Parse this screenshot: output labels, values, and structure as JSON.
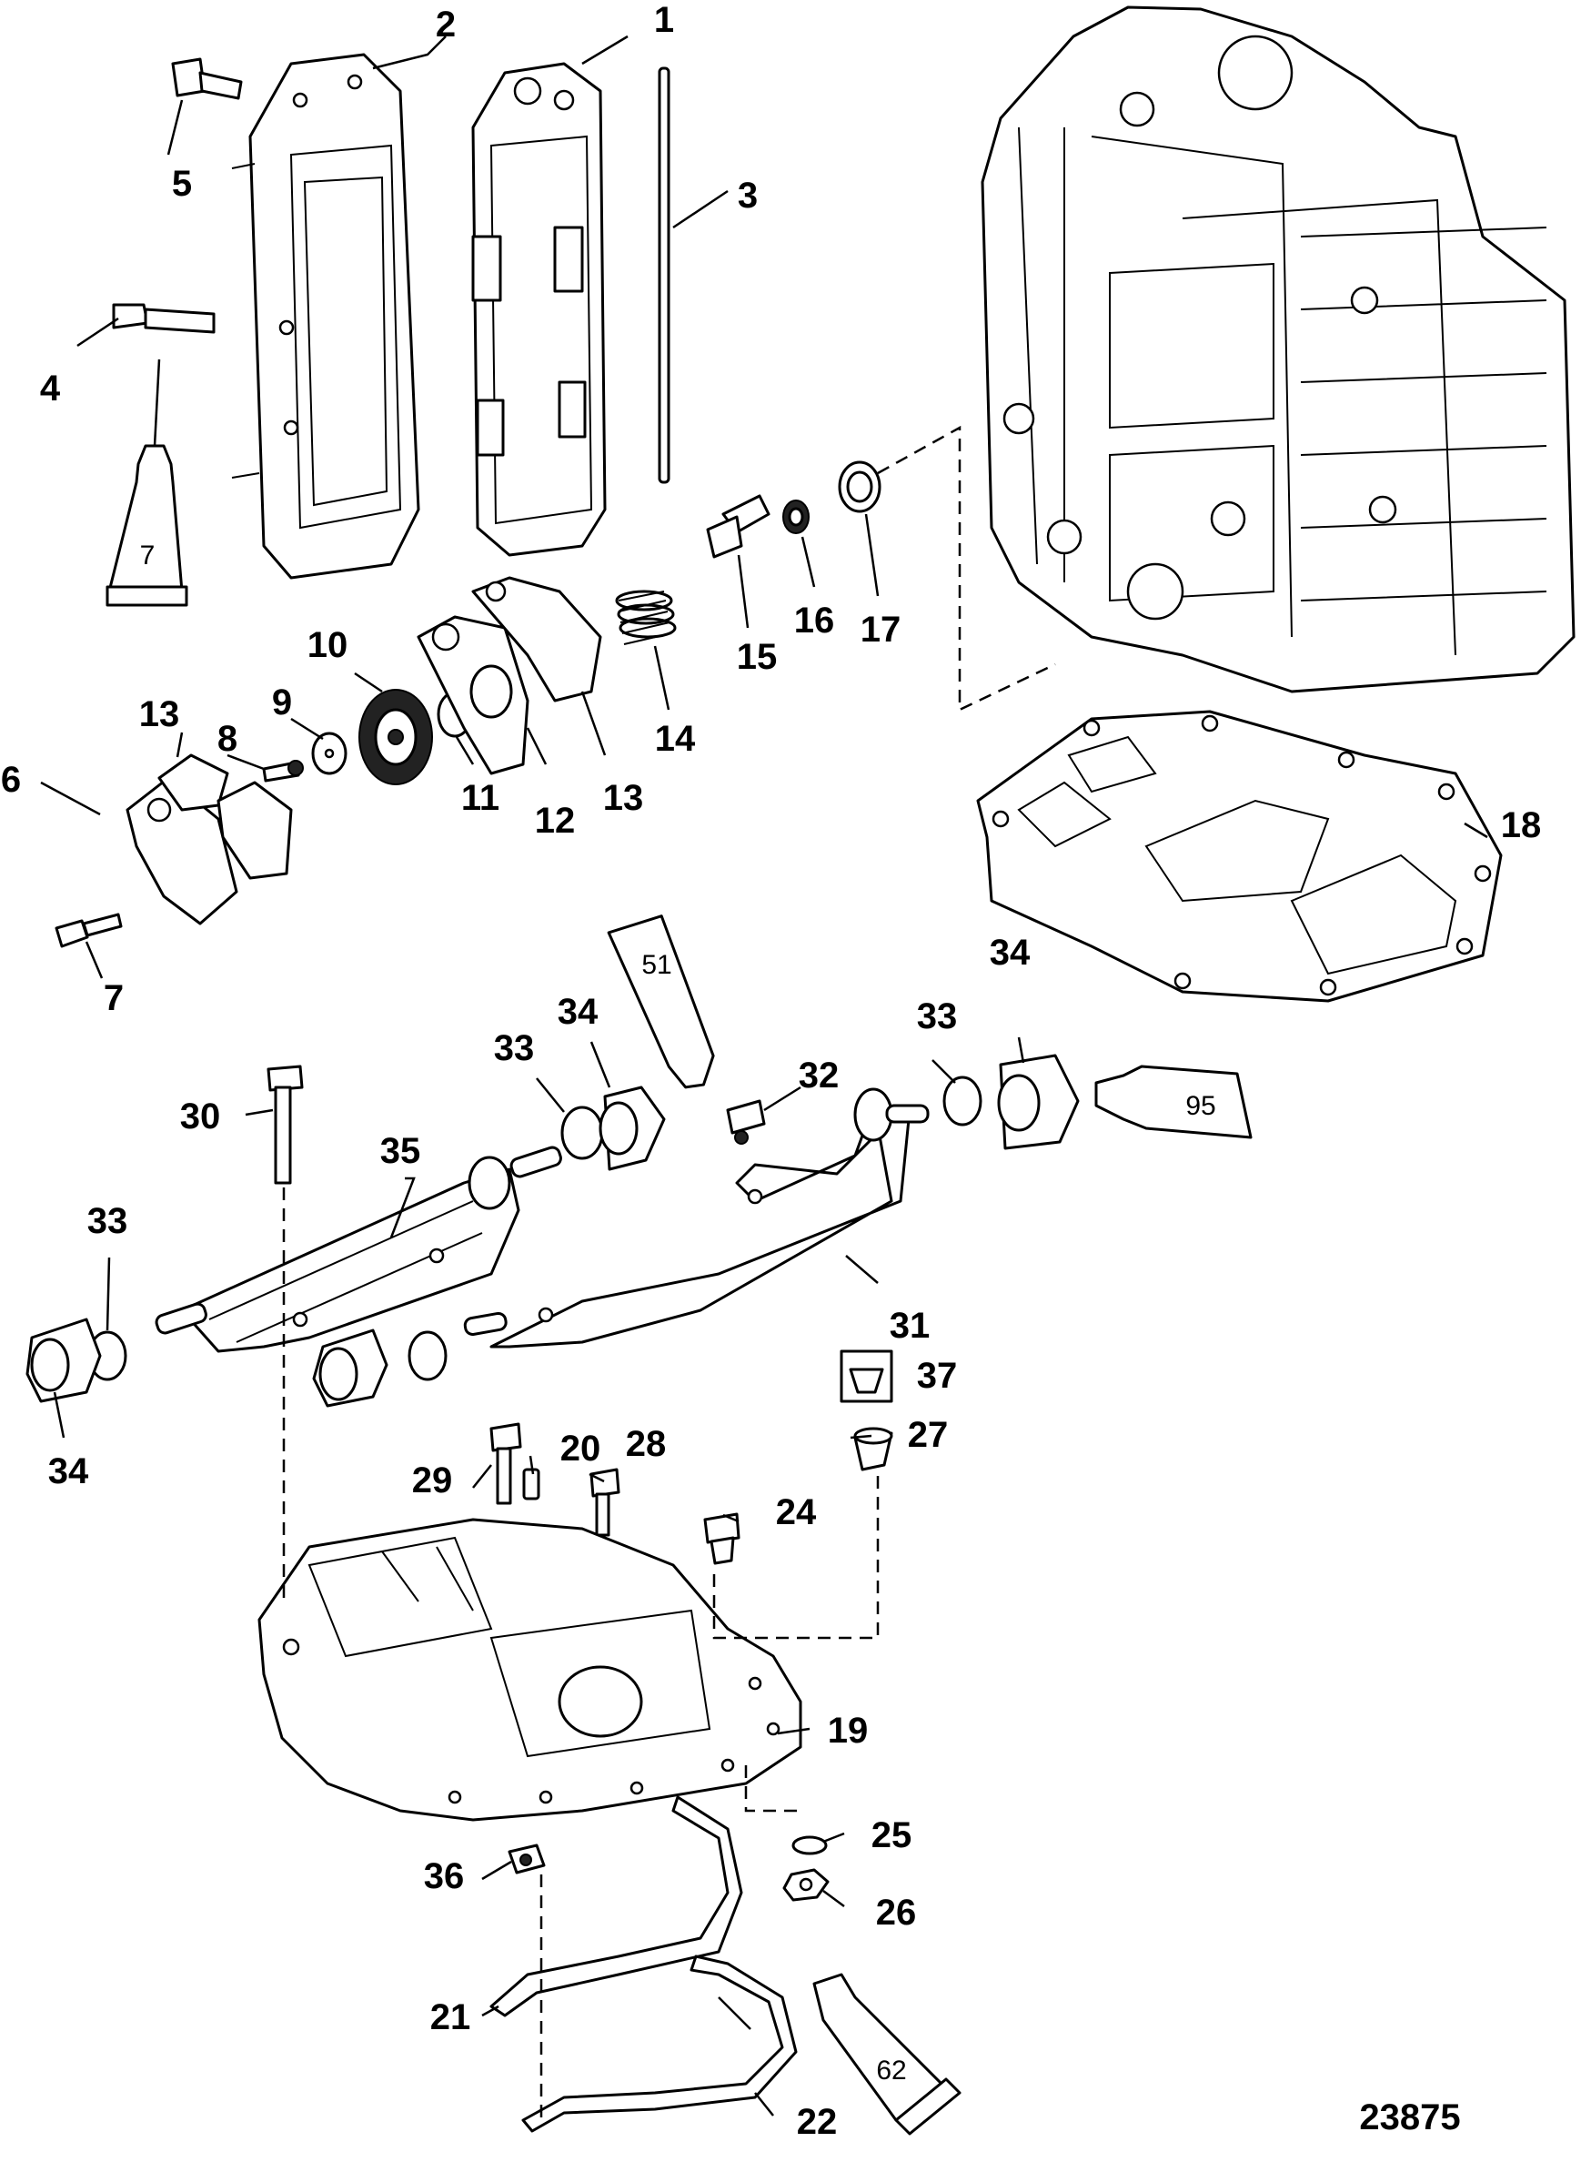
{
  "diagram": {
    "figure_number": "23875",
    "callouts": [
      {
        "id": "c1",
        "text": "1"
      },
      {
        "id": "c2",
        "text": "2"
      },
      {
        "id": "c3",
        "text": "3"
      },
      {
        "id": "c4",
        "text": "4"
      },
      {
        "id": "c5",
        "text": "5"
      },
      {
        "id": "c6",
        "text": "6"
      },
      {
        "id": "c7a",
        "text": "7"
      },
      {
        "id": "c8",
        "text": "8"
      },
      {
        "id": "c9",
        "text": "9"
      },
      {
        "id": "c10",
        "text": "10"
      },
      {
        "id": "c11",
        "text": "11"
      },
      {
        "id": "c12",
        "text": "12"
      },
      {
        "id": "c13a",
        "text": "13"
      },
      {
        "id": "c13b",
        "text": "13"
      },
      {
        "id": "c14",
        "text": "14"
      },
      {
        "id": "c15",
        "text": "15"
      },
      {
        "id": "c16",
        "text": "16"
      },
      {
        "id": "c17",
        "text": "17"
      },
      {
        "id": "c18",
        "text": "18"
      },
      {
        "id": "c19",
        "text": "19"
      },
      {
        "id": "c20",
        "text": "20"
      },
      {
        "id": "c21",
        "text": "21"
      },
      {
        "id": "c22",
        "text": "22"
      },
      {
        "id": "c24",
        "text": "24"
      },
      {
        "id": "c25",
        "text": "25"
      },
      {
        "id": "c26",
        "text": "26"
      },
      {
        "id": "c27",
        "text": "27"
      },
      {
        "id": "c28",
        "text": "28"
      },
      {
        "id": "c29",
        "text": "29"
      },
      {
        "id": "c30",
        "text": "30"
      },
      {
        "id": "c31",
        "text": "31"
      },
      {
        "id": "c32",
        "text": "32"
      },
      {
        "id": "c33a",
        "text": "33"
      },
      {
        "id": "c33b",
        "text": "33"
      },
      {
        "id": "c33c",
        "text": "33"
      },
      {
        "id": "c34a",
        "text": "34"
      },
      {
        "id": "c34b",
        "text": "34"
      },
      {
        "id": "c34c",
        "text": "34"
      },
      {
        "id": "c35",
        "text": "35"
      },
      {
        "id": "c36",
        "text": "36"
      },
      {
        "id": "c37",
        "text": "37"
      }
    ],
    "tubes": [
      {
        "id": "t7",
        "text": "7"
      },
      {
        "id": "t51",
        "text": "51"
      },
      {
        "id": "t95",
        "text": "95"
      },
      {
        "id": "t62",
        "text": "62"
      }
    ]
  }
}
